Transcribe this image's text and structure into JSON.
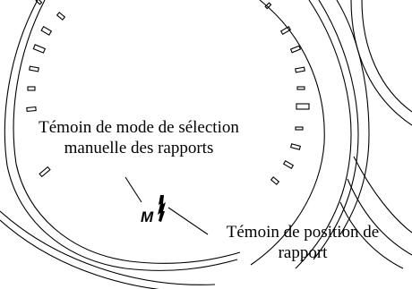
{
  "diagram": {
    "manual_mode_indicator": {
      "label_line1": "Témoin de mode de sélection",
      "label_line2": "manuelle des rapports",
      "glyph": "M"
    },
    "gear_position_indicator": {
      "label_line1": "Témoin de position de",
      "label_line2": "rapport"
    },
    "colors": {
      "ink": "#000000",
      "background": "#ffffff"
    }
  }
}
